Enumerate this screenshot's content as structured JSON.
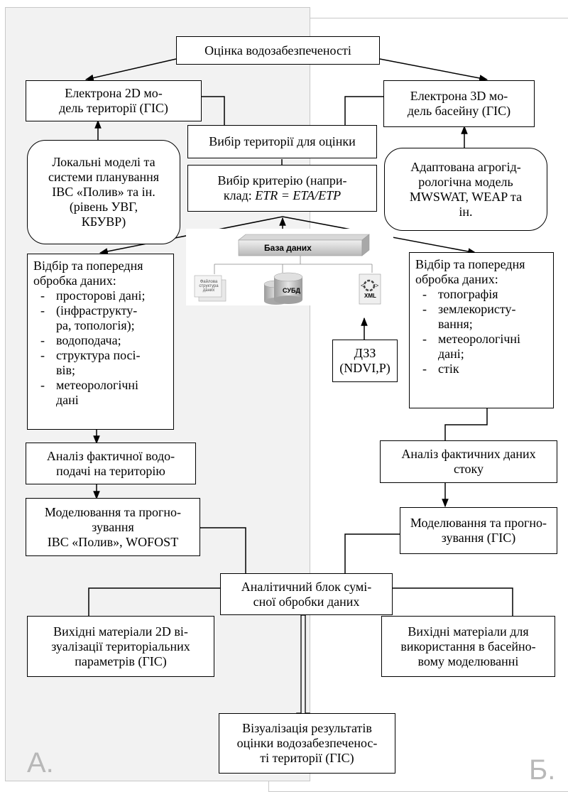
{
  "corner_labels": {
    "a": "А.",
    "b": "Б."
  },
  "top": {
    "title": "Оцінка водозабезпеченості"
  },
  "left": {
    "model_2d": [
      "Електрона 2D мо-",
      "дель території (ГІС)"
    ],
    "local_models": [
      "Локальні моделі та",
      "системи планування",
      "ІВС «Полив» та ін.",
      "(рівень УВГ,",
      "КБУВР)"
    ],
    "selection_title": [
      "Відбір та попередня",
      "обробка даних:"
    ],
    "selection_items": [
      [
        "просторові дані;"
      ],
      [
        "(інфраструкту-",
        "ра, топологія);"
      ],
      [
        "водоподача;"
      ],
      [
        "структура посі-",
        "вів;"
      ],
      [
        "метеорологічні",
        "дані"
      ]
    ],
    "analysis": [
      "Аналіз фактичної водо-",
      "подачі на територію"
    ],
    "modeling": [
      "Моделювання та прогно-",
      "зування",
      "ІВС «Полив», WOFOST"
    ],
    "output": [
      "Вихідні матеріали 2D ві-",
      "зуалізації територіальних",
      "параметрів (ГІС)"
    ]
  },
  "center": {
    "territory_selection": "Вибір території для оцінки",
    "criterion_line1": "Вибір критерію (напри-",
    "criterion_line2_prefix": "клад: ",
    "criterion_formula": "ETR = ETA/ETP",
    "database": {
      "title": "База даних",
      "file_storage": [
        "Файлова",
        "структура",
        "даних"
      ],
      "dbms": "СУБД",
      "xml": "XML"
    },
    "remote_sensing": [
      "ДЗЗ",
      "(NDVI,P)"
    ],
    "analytic_block": [
      "Аналітичний блок сумі-",
      "сної обробки даних"
    ],
    "visualization": [
      "Візуалізація результатів",
      "оцінки водозабезпеченос-",
      "ті території (ГІС)"
    ]
  },
  "right": {
    "model_3d": [
      "Електрона 3D мо-",
      "дель басейну (ГІС)"
    ],
    "agro_model": [
      "Адаптована агрогід-",
      "рологічна модель",
      "MWSWAT, WEAP та",
      "ін."
    ],
    "selection_title": [
      "Відбір та попередня",
      "обробка даних:"
    ],
    "selection_items": [
      [
        "топографія"
      ],
      [
        "землекористу-",
        "вання;"
      ],
      [
        "метеорологічні",
        "дані;"
      ],
      [
        "стік"
      ]
    ],
    "analysis": [
      "Аналіз фактичних даних",
      "стоку"
    ],
    "modeling": [
      "Моделювання та прогно-",
      "зування (ГІС)"
    ],
    "output": [
      "Вихідні матеріали для",
      "використання в басейно-",
      "вому моделюванні"
    ]
  },
  "colors": {
    "panel_a": "#f2f2f2",
    "panel_border": "#c8c8c8",
    "line": "#000000",
    "corner_label": "#b8b8b8"
  }
}
